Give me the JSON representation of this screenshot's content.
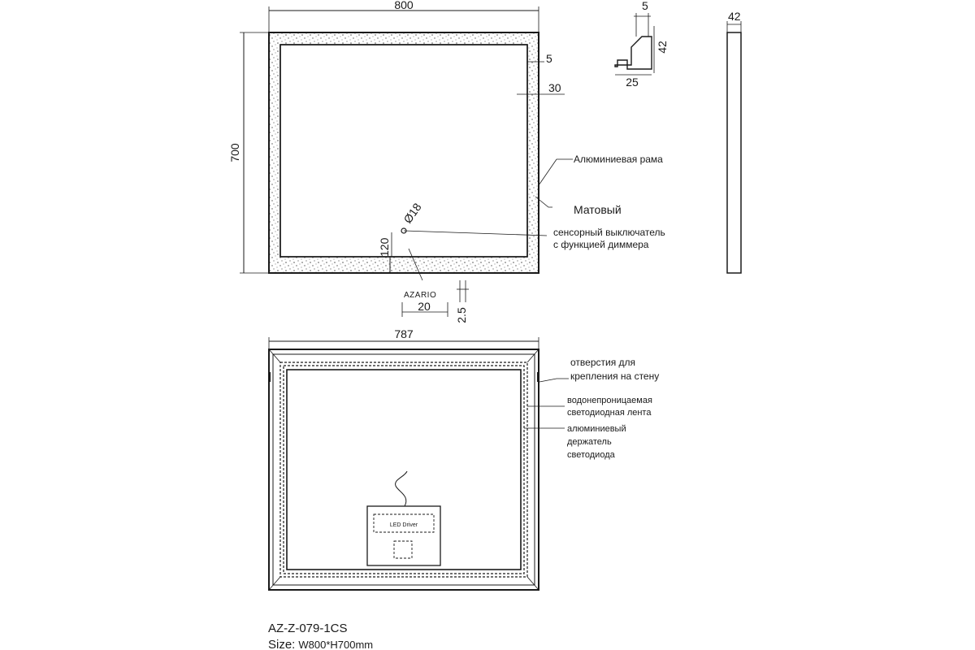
{
  "top_view": {
    "width_dim": "800",
    "height_dim": "700",
    "border_dim": "5",
    "frame_dim": "30",
    "diameter_dim": "Ø18",
    "switch_offset_dim": "120",
    "logo": "AZARIO",
    "logo_width_dim": "20",
    "logo_thickness_dim": "2.5",
    "labels": {
      "frame": "Алюминиевая рама",
      "matte": "Матовый",
      "switch_line1": "сенсорный выключатель",
      "switch_line2": "с функцией диммера"
    }
  },
  "profile": {
    "top_dim": "5",
    "height_dim": "42",
    "width_dim": "25"
  },
  "side_view": {
    "depth_dim": "42"
  },
  "back_view": {
    "width_dim": "787",
    "driver_label": "LED Driver",
    "labels": {
      "holes_line1": "отверстия для",
      "holes_line2": "крепления на стену",
      "strip_line1": "водонепроницаемая",
      "strip_line2": "светодиодная лента",
      "holder_line1": "алюминиевый",
      "holder_line2": "держатель",
      "holder_line3": "светодиода"
    }
  },
  "product": {
    "model": "AZ-Z-079-1CS",
    "size_label": "Size:",
    "size_value": "W800*H700mm"
  }
}
